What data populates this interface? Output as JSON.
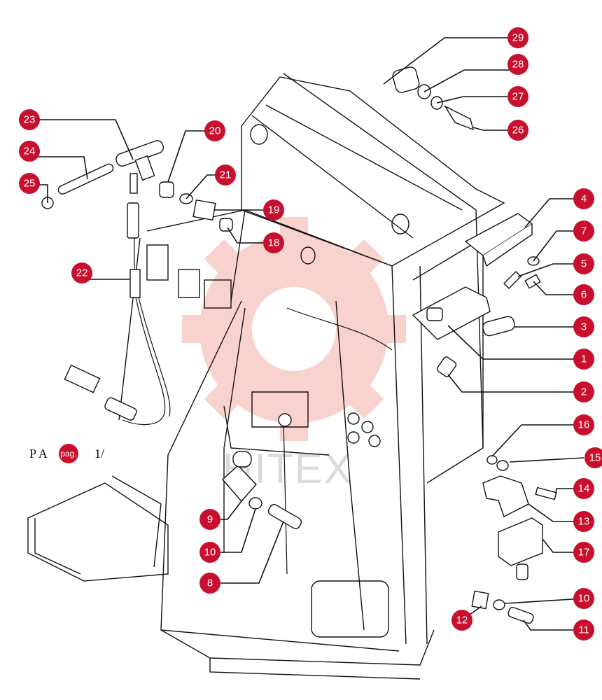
{
  "diagram": {
    "watermark_text": "HITEX",
    "page_ref": {
      "prefix": "P A",
      "badge": "pag.",
      "suffix": "1/"
    },
    "accent_color": "#c8102e",
    "watermark_color": "#e8604c",
    "callouts": [
      {
        "id": "1",
        "label": "1"
      },
      {
        "id": "2",
        "label": "2"
      },
      {
        "id": "3",
        "label": "3"
      },
      {
        "id": "4",
        "label": "4"
      },
      {
        "id": "5",
        "label": "5"
      },
      {
        "id": "6",
        "label": "6"
      },
      {
        "id": "7",
        "label": "7"
      },
      {
        "id": "8",
        "label": "8"
      },
      {
        "id": "9",
        "label": "9"
      },
      {
        "id": "10a",
        "label": "10"
      },
      {
        "id": "10b",
        "label": "10"
      },
      {
        "id": "11",
        "label": "11"
      },
      {
        "id": "12",
        "label": "12"
      },
      {
        "id": "13",
        "label": "13"
      },
      {
        "id": "14",
        "label": "14"
      },
      {
        "id": "15",
        "label": "15"
      },
      {
        "id": "16",
        "label": "16"
      },
      {
        "id": "17",
        "label": "17"
      },
      {
        "id": "18",
        "label": "18"
      },
      {
        "id": "19",
        "label": "19"
      },
      {
        "id": "20",
        "label": "20"
      },
      {
        "id": "21",
        "label": "21"
      },
      {
        "id": "22",
        "label": "22"
      },
      {
        "id": "23",
        "label": "23"
      },
      {
        "id": "24",
        "label": "24"
      },
      {
        "id": "25",
        "label": "25"
      },
      {
        "id": "26",
        "label": "26"
      },
      {
        "id": "27",
        "label": "27"
      },
      {
        "id": "28",
        "label": "28"
      },
      {
        "id": "29",
        "label": "29"
      }
    ]
  }
}
